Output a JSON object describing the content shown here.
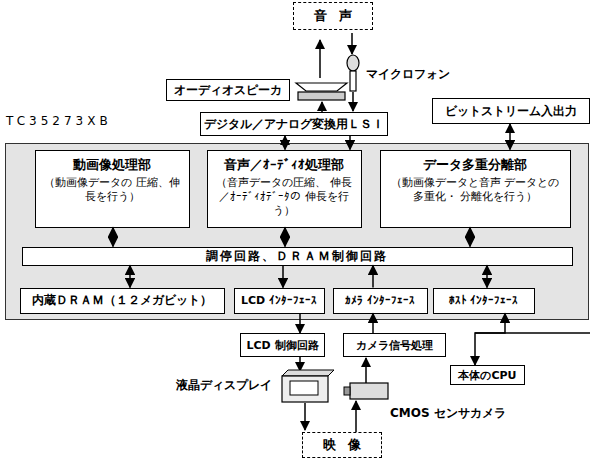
{
  "diagram": {
    "nodes": [
      {
        "text": [
          "音声"
        ]
      },
      {
        "text": [
          "オーディオスピーカ"
        ]
      },
      {
        "text": [
          "デジタル／アナログ変換用ＬＳＩ"
        ]
      },
      {
        "text": [
          "ビットストリーム入出力"
        ]
      },
      {
        "text": [
          "TC35273XB"
        ]
      },
      {
        "text": [
          "動画像処理部",
          "（動画像データの 圧縮、伸長を行う）"
        ],
        "in": 4
      },
      {
        "text": [
          "音声／ｵｰﾃﾞｨｵ処理部",
          "（音声データの圧縮、 伸長／ｵｰﾃﾞｨｵﾃﾞｰﾀの 伸長を行う）"
        ],
        "in": 4
      },
      {
        "text": [
          "データ多重分離部",
          "（動画像データと音声 データとの多重化・ 分離化を行う）"
        ],
        "in": 4
      },
      {
        "text": [
          "調停回路、ＤＲＡＭ制御回路"
        ],
        "in": 4
      },
      {
        "text": [
          "内蔵ＤＲＡＭ（１２メガビット）"
        ],
        "in": 4
      },
      {
        "text": [
          "LCD ｲﾝﾀｰﾌｪｰｽ"
        ],
        "in": 4
      },
      {
        "text": [
          "ｶﾒﾗ ｲﾝﾀｰﾌｪｰｽ"
        ],
        "in": 4
      },
      {
        "text": [
          "ﾎｽﾄ ｲﾝﾀｰﾌｪｰｽ"
        ],
        "in": 4
      },
      {
        "text": [
          "LCD 制御回路"
        ]
      },
      {
        "text": [
          "カメラ信号処理"
        ]
      },
      {
        "text": [
          "本体のCPU"
        ]
      },
      {
        "text": [
          "映像"
        ]
      }
    ],
    "edges": [
      {
        "from": 6,
        "to": 2,
        "arrow": "both"
      },
      {
        "from": 2,
        "to": 6,
        "arrow": "to"
      },
      {
        "from": 3,
        "to": 7,
        "arrow": "both"
      },
      {
        "from": 5,
        "to": 8,
        "arrow": "both"
      },
      {
        "from": 6,
        "to": 8,
        "arrow": "both"
      },
      {
        "from": 7,
        "to": 8,
        "arrow": "both"
      },
      {
        "from": 8,
        "to": 9,
        "arrow": "both"
      },
      {
        "from": 8,
        "to": 10,
        "arrow": "to"
      },
      {
        "from": 11,
        "to": 8,
        "arrow": "to"
      },
      {
        "from": 8,
        "to": 12,
        "arrow": "both"
      },
      {
        "from": 10,
        "to": 13,
        "arrow": "to"
      },
      {
        "from": 14,
        "to": 11,
        "arrow": "to"
      },
      {
        "from": 12,
        "to": 15,
        "arrow": "both"
      }
    ],
    "labels": [
      "マイクロフォン",
      "液晶ディスプレイ",
      "CMOS センサカメラ"
    ]
  }
}
